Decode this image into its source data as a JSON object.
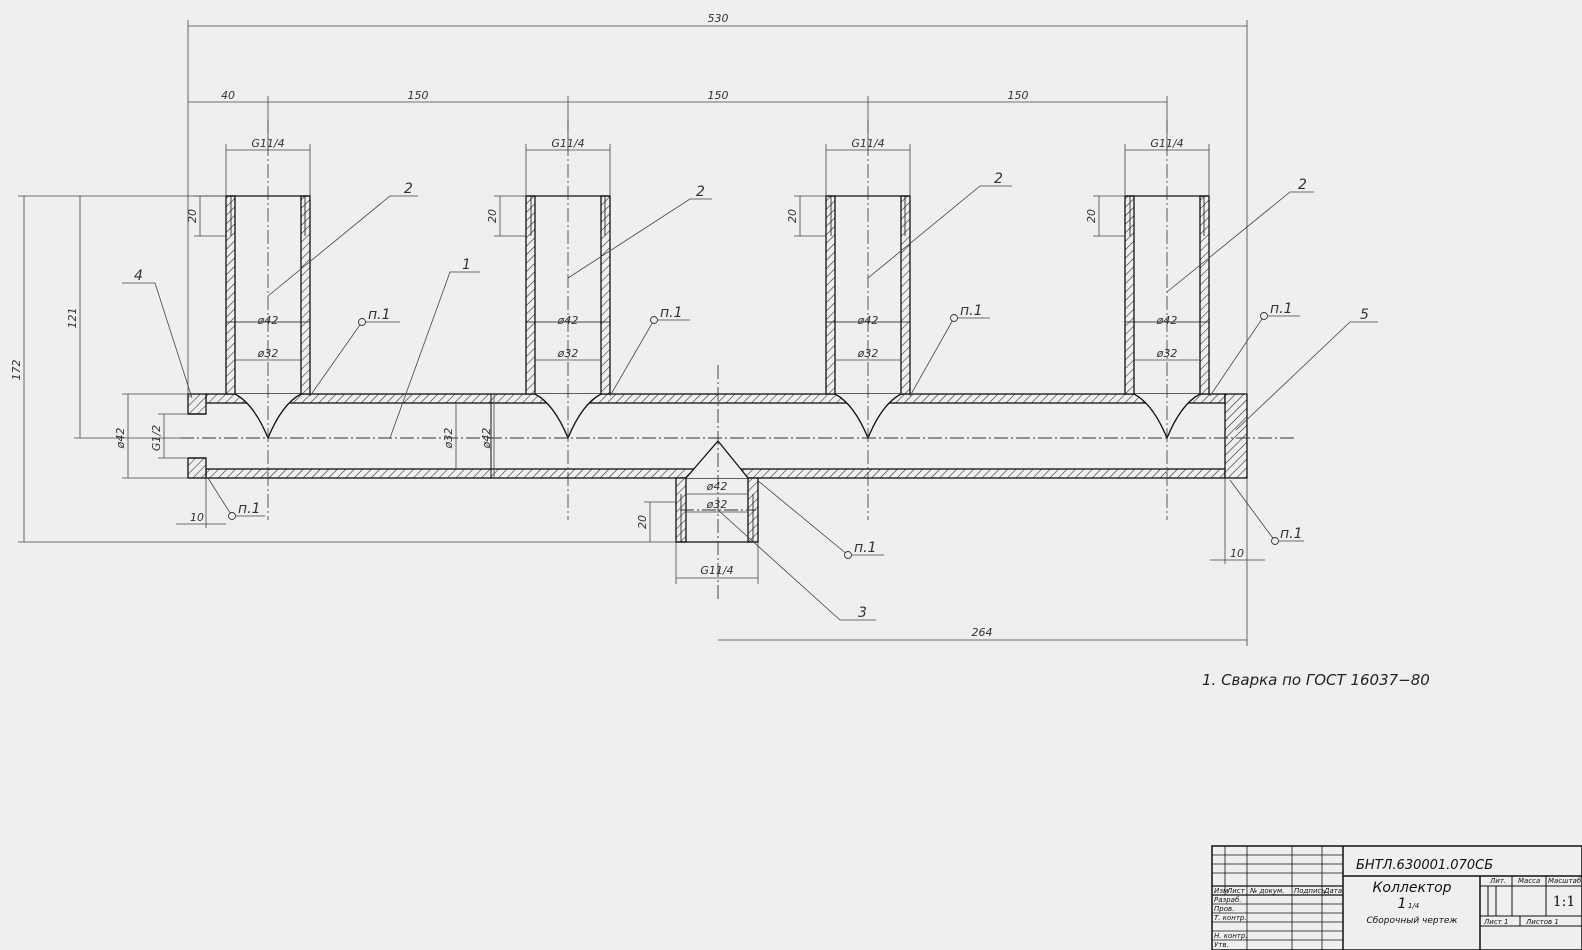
{
  "dimensions": {
    "overall_length": "530",
    "first_offset": "40",
    "pitch": "150",
    "thread_branch": "G1 1/4",
    "thread_branch_small": "G11/4",
    "thread_depth": "20",
    "outer_dia_42": "ø42",
    "inner_dia_32": "ø32",
    "height_total": "172",
    "height_axis": "121",
    "thread_main": "G1/2",
    "weld_offset": "10",
    "bottom_offset": "264"
  },
  "leaders": {
    "pipe": "1",
    "branch": "2",
    "bottom_nozzle": "3",
    "plug_threaded": "4",
    "end_cap": "5",
    "weld_ref": "п.1"
  },
  "notes": [
    "1.  Сварка по ГОСТ 16037−80"
  ],
  "title_block": {
    "code": "БНТЛ.630001.070СБ",
    "name": "Коллектор",
    "size": "1",
    "size_frac": "1/4",
    "doc_type": "Сборочный чертеж",
    "headers": [
      "Изм",
      "Лист",
      "№ докум.",
      "Подпись",
      "Дата"
    ],
    "roles": [
      "Разраб.",
      "Пров.",
      "Т. контр.",
      "Н. контр.",
      "Утв."
    ],
    "col_lit": "Лит.",
    "col_mass": "Масса",
    "col_scale": "Масштаб",
    "scale": "1:1",
    "sheet": "Лист 1",
    "sheets": "Листов 1"
  }
}
